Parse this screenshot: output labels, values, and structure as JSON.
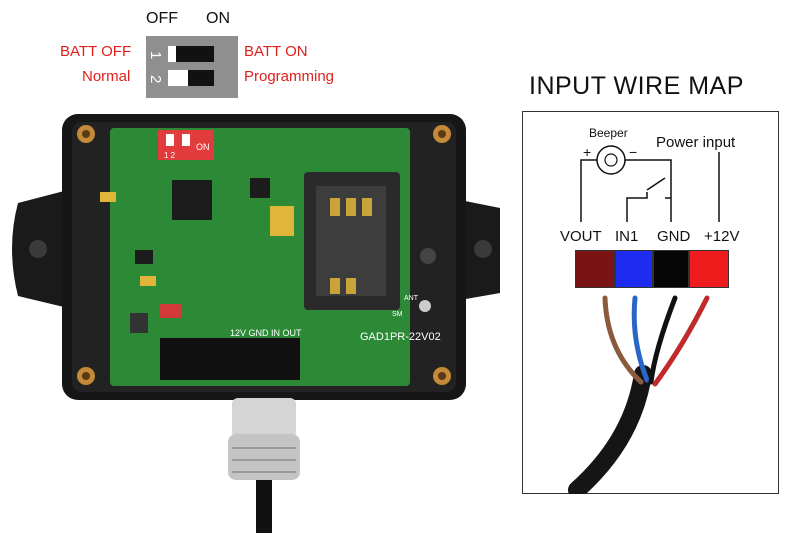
{
  "dip_switch": {
    "off_label": "OFF",
    "on_label": "ON",
    "switch_on_text": "ON",
    "positions": [
      "1",
      "2"
    ],
    "left_labels": [
      "BATT OFF",
      "Normal"
    ],
    "right_labels": [
      "BATT ON",
      "Programming"
    ],
    "label_colors": {
      "red": "#e0201c",
      "black": "#111111"
    }
  },
  "board": {
    "dip_on_text": "ON",
    "dip_positions": "1 2",
    "model": "GAD1PR-22V02",
    "terminal_labels": "12V GND IN OUT",
    "antenna_label": "ANT",
    "sm_label": "SM"
  },
  "wire_map": {
    "title": "INPUT WIRE MAP",
    "beeper_label": "Beeper",
    "beeper_plus": "+",
    "beeper_minus": "−",
    "power_label": "Power input",
    "terminals": [
      {
        "label": "VOUT",
        "color": "#7a1414"
      },
      {
        "label": "IN1",
        "color": "#1d2cf0"
      },
      {
        "label": "GND",
        "color": "#050505"
      },
      {
        "label": "+12V",
        "color": "#ee1c1c"
      }
    ],
    "wire_colors": [
      "#8a5a3c",
      "#2a66c8",
      "#111111",
      "#c02a2a"
    ]
  }
}
